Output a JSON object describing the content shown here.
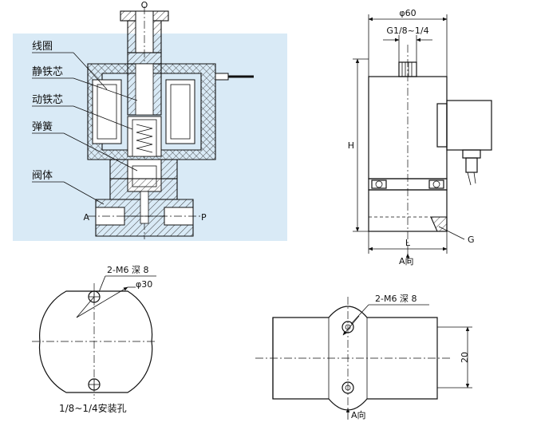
{
  "section_view": {
    "port_top": "O",
    "port_left": "A",
    "port_right": "P",
    "callouts": [
      {
        "id": "coil",
        "text": "线圈"
      },
      {
        "id": "static-core",
        "text": "静铁芯"
      },
      {
        "id": "moving-core",
        "text": "动铁芯"
      },
      {
        "id": "spring",
        "text": "弹簧"
      },
      {
        "id": "valve-body",
        "text": "阀体"
      }
    ]
  },
  "side_view": {
    "dim_outer": "φ60",
    "dim_thread": "G1/8~1/4",
    "dim_height": "H",
    "dim_length": "L",
    "label_g": "G",
    "label_direction": "A向"
  },
  "bottom_view": {
    "hole_note": "2-M6 深 8",
    "dim_circle": "φ30",
    "caption": "1/8~1/4安装孔"
  },
  "right_view": {
    "hole_note": "2-M6 深 8",
    "dim_spacing": "20",
    "label_direction": "A向"
  }
}
